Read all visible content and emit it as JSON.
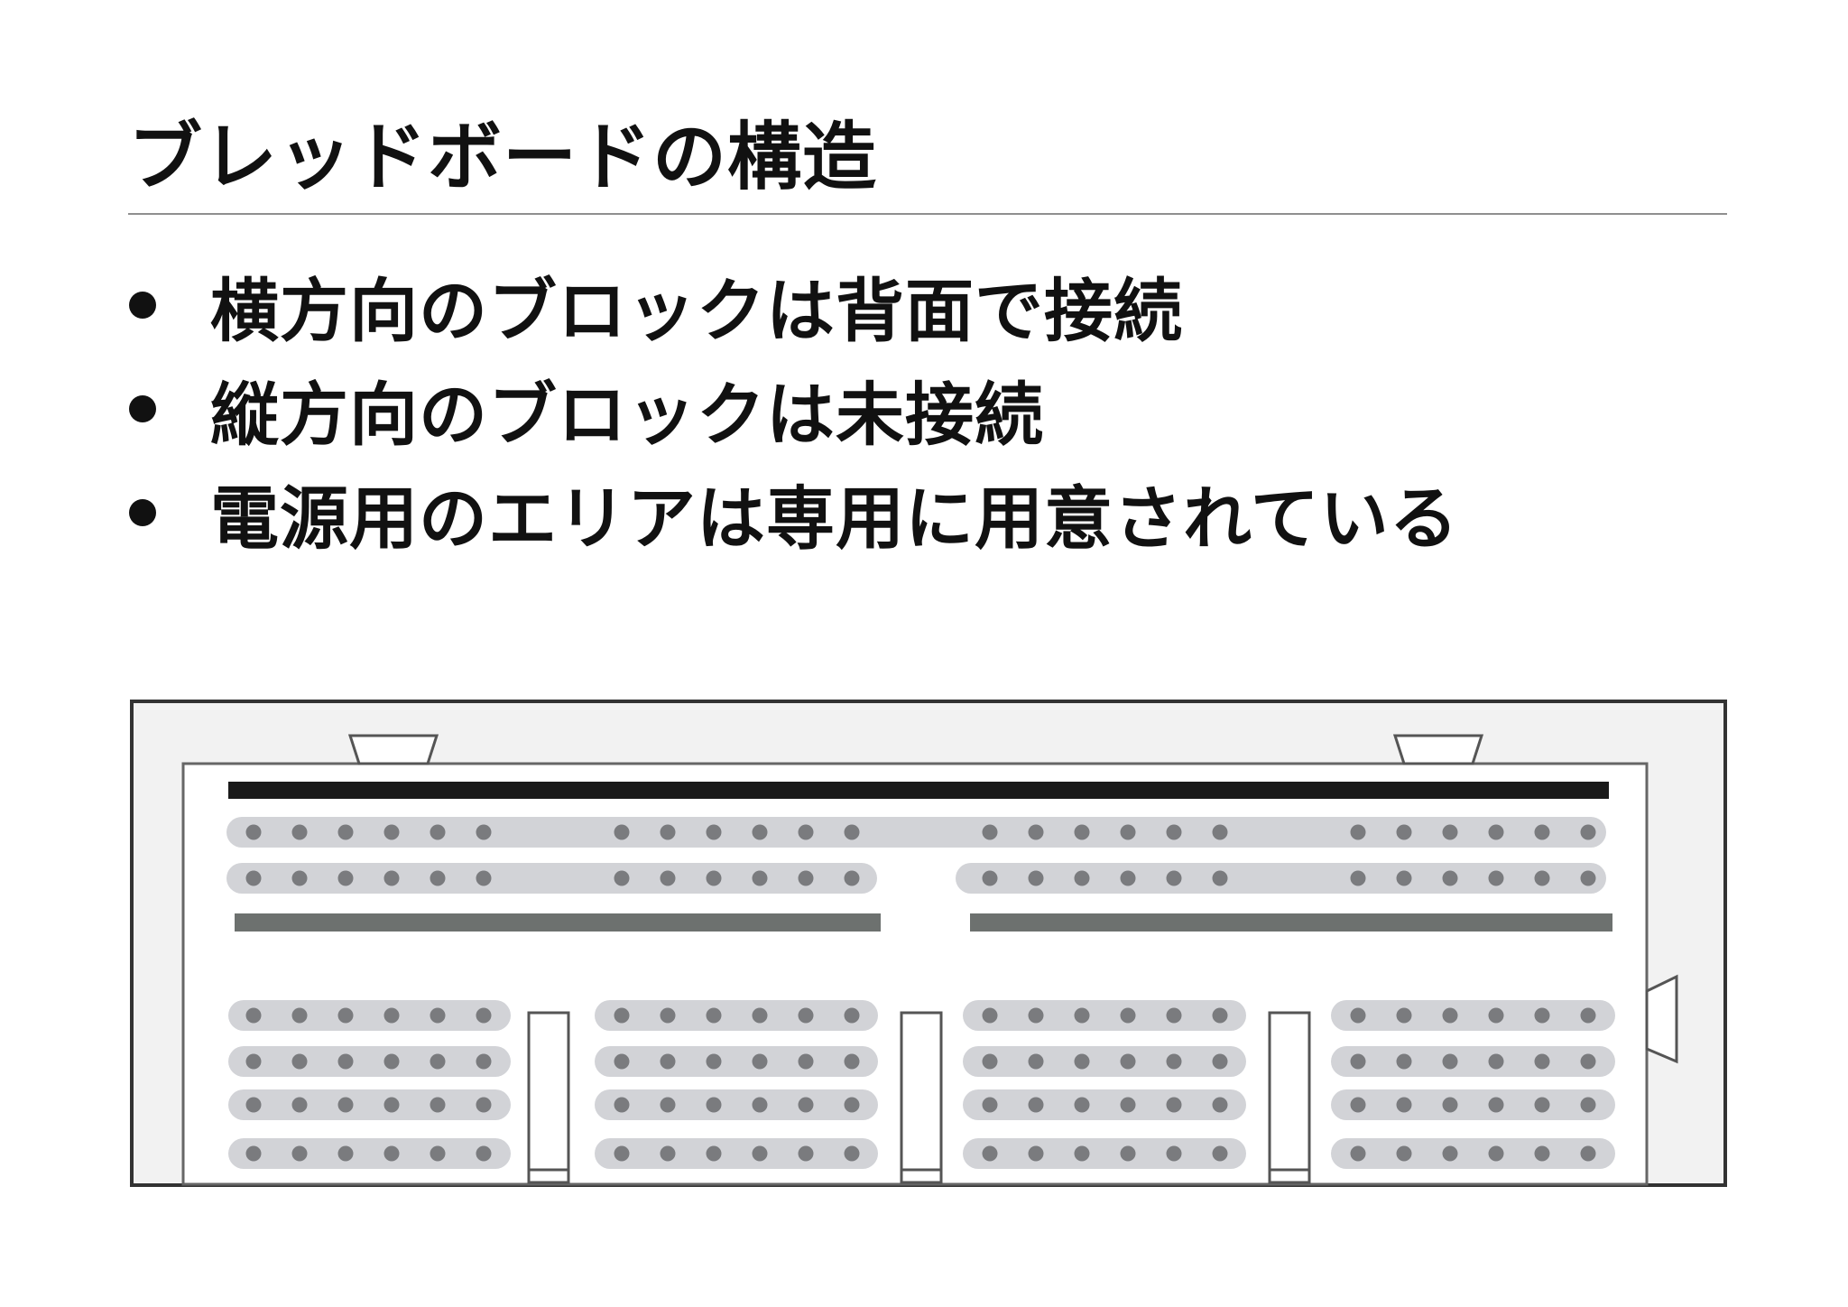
{
  "slide": {
    "title": "ブレッドボードの構造",
    "bullets": [
      "横方向のブロックは背面で接続",
      "縦方向のブロックは未接続",
      "電源用のエリアは専用に用意されている"
    ]
  },
  "diagram": {
    "type": "breadboard",
    "holes_per_group": 6,
    "power_rows": 2,
    "terminal_rows": 4,
    "terminal_blocks": 4,
    "colors": {
      "frame": "#333333",
      "background": "#f2f2f2",
      "board": "#ffffff",
      "strip": "#d2d3d7",
      "hole": "#7a7b7e",
      "top_bar": "#1a1a1a",
      "rail_bar": "#6d716f"
    }
  }
}
